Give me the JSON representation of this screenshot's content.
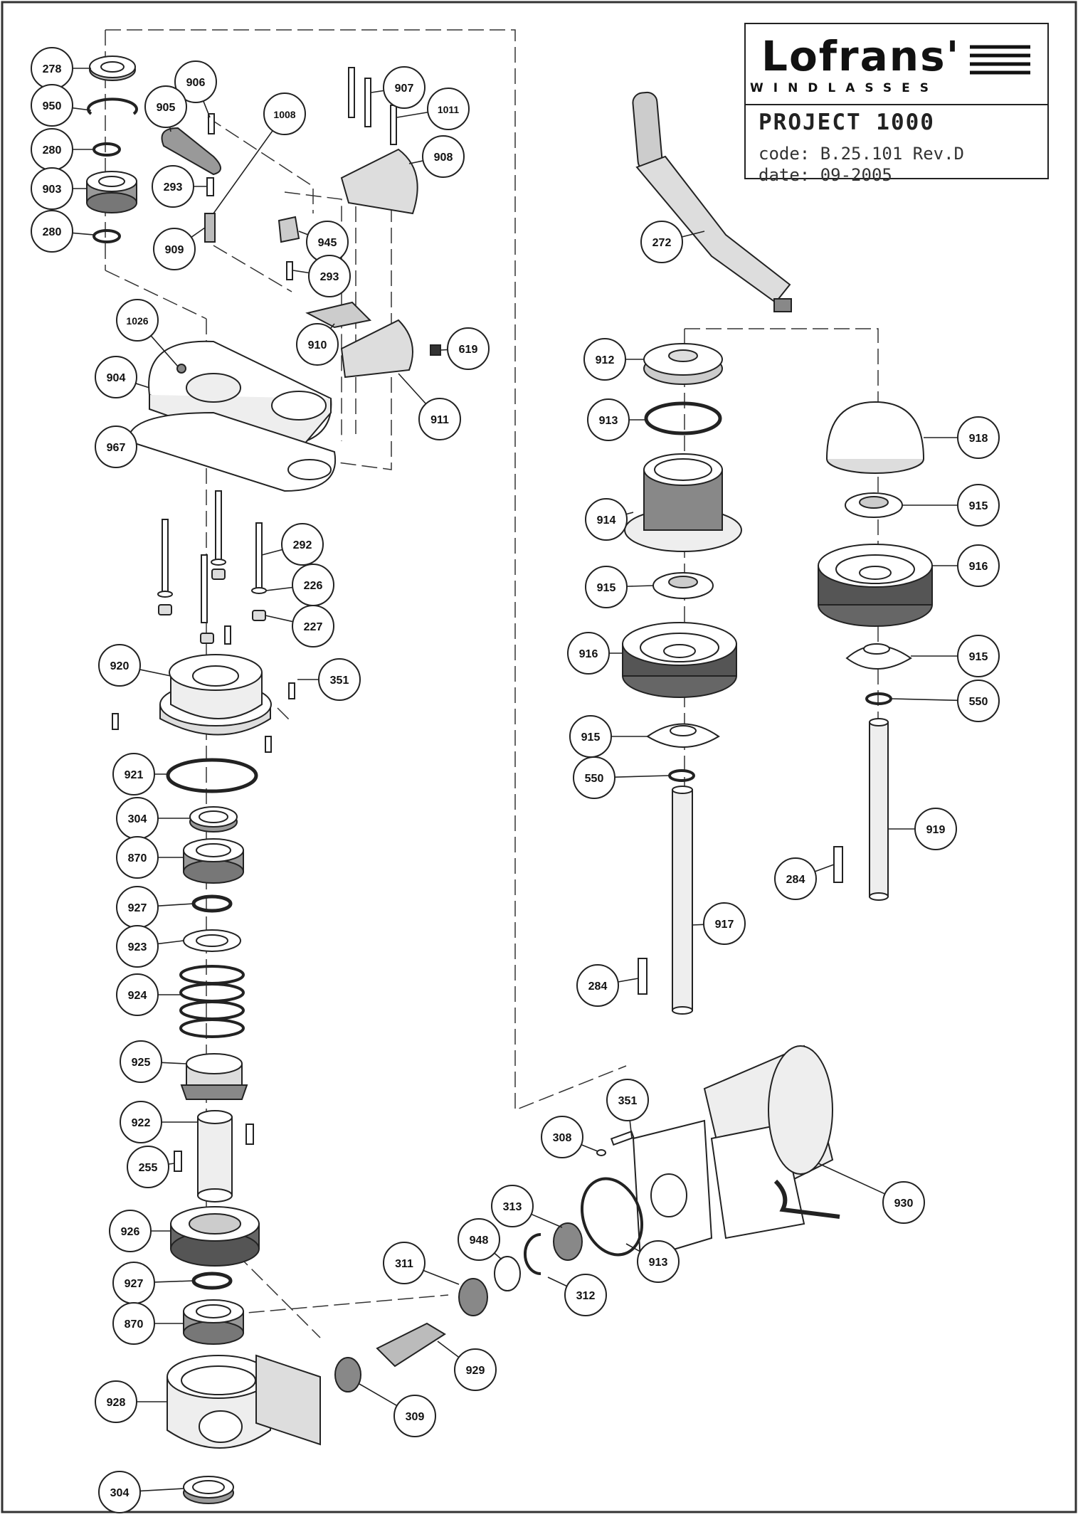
{
  "title_block": {
    "brand": "Lofrans'",
    "tagline": "WINDLASSES",
    "project": "PROJECT 1000",
    "code_label": "code:",
    "code_value": "B.25.101 Rev.D",
    "date_label": "date:",
    "date_value": "09-2005"
  },
  "parts": [
    {
      "id": "p278",
      "label": "278"
    },
    {
      "id": "p950",
      "label": "950"
    },
    {
      "id": "p280a",
      "label": "280"
    },
    {
      "id": "p903",
      "label": "903"
    },
    {
      "id": "p280b",
      "label": "280"
    },
    {
      "id": "p906",
      "label": "906"
    },
    {
      "id": "p905",
      "label": "905"
    },
    {
      "id": "p293a",
      "label": "293"
    },
    {
      "id": "p909",
      "label": "909"
    },
    {
      "id": "p1008",
      "label": "1008"
    },
    {
      "id": "p907",
      "label": "907"
    },
    {
      "id": "p1011",
      "label": "1011"
    },
    {
      "id": "p908",
      "label": "908"
    },
    {
      "id": "p945",
      "label": "945"
    },
    {
      "id": "p293b",
      "label": "293"
    },
    {
      "id": "p910",
      "label": "910"
    },
    {
      "id": "p619",
      "label": "619"
    },
    {
      "id": "p911",
      "label": "911"
    },
    {
      "id": "p1026",
      "label": "1026"
    },
    {
      "id": "p904",
      "label": "904"
    },
    {
      "id": "p967",
      "label": "967"
    },
    {
      "id": "p292",
      "label": "292"
    },
    {
      "id": "p226",
      "label": "226"
    },
    {
      "id": "p227",
      "label": "227"
    },
    {
      "id": "p920",
      "label": "920"
    },
    {
      "id": "p351a",
      "label": "351"
    },
    {
      "id": "p921",
      "label": "921"
    },
    {
      "id": "p304a",
      "label": "304"
    },
    {
      "id": "p870a",
      "label": "870"
    },
    {
      "id": "p927a",
      "label": "927"
    },
    {
      "id": "p923",
      "label": "923"
    },
    {
      "id": "p924",
      "label": "924"
    },
    {
      "id": "p925",
      "label": "925"
    },
    {
      "id": "p922",
      "label": "922"
    },
    {
      "id": "p255",
      "label": "255"
    },
    {
      "id": "p926",
      "label": "926"
    },
    {
      "id": "p927b",
      "label": "927"
    },
    {
      "id": "p870b",
      "label": "870"
    },
    {
      "id": "p928",
      "label": "928"
    },
    {
      "id": "p304b",
      "label": "304"
    },
    {
      "id": "p272",
      "label": "272"
    },
    {
      "id": "p912",
      "label": "912"
    },
    {
      "id": "p913a",
      "label": "913"
    },
    {
      "id": "p914",
      "label": "914"
    },
    {
      "id": "p915a",
      "label": "915"
    },
    {
      "id": "p916a",
      "label": "916"
    },
    {
      "id": "p915b",
      "label": "915"
    },
    {
      "id": "p550a",
      "label": "550"
    },
    {
      "id": "p917",
      "label": "917"
    },
    {
      "id": "p284a",
      "label": "284"
    },
    {
      "id": "p918",
      "label": "918"
    },
    {
      "id": "p915c",
      "label": "915"
    },
    {
      "id": "p916b",
      "label": "916"
    },
    {
      "id": "p915d",
      "label": "915"
    },
    {
      "id": "p550b",
      "label": "550"
    },
    {
      "id": "p919",
      "label": "919"
    },
    {
      "id": "p284b",
      "label": "284"
    },
    {
      "id": "p351b",
      "label": "351"
    },
    {
      "id": "p308",
      "label": "308"
    },
    {
      "id": "p930",
      "label": "930"
    },
    {
      "id": "p313",
      "label": "313"
    },
    {
      "id": "p913b",
      "label": "913"
    },
    {
      "id": "p948",
      "label": "948"
    },
    {
      "id": "p312",
      "label": "312"
    },
    {
      "id": "p311",
      "label": "311"
    },
    {
      "id": "p929",
      "label": "929"
    },
    {
      "id": "p309",
      "label": "309"
    }
  ],
  "colors": {
    "line": "#222222",
    "fill": "#ffffff",
    "shade": "#d9d9d9",
    "dark": "#555555"
  }
}
